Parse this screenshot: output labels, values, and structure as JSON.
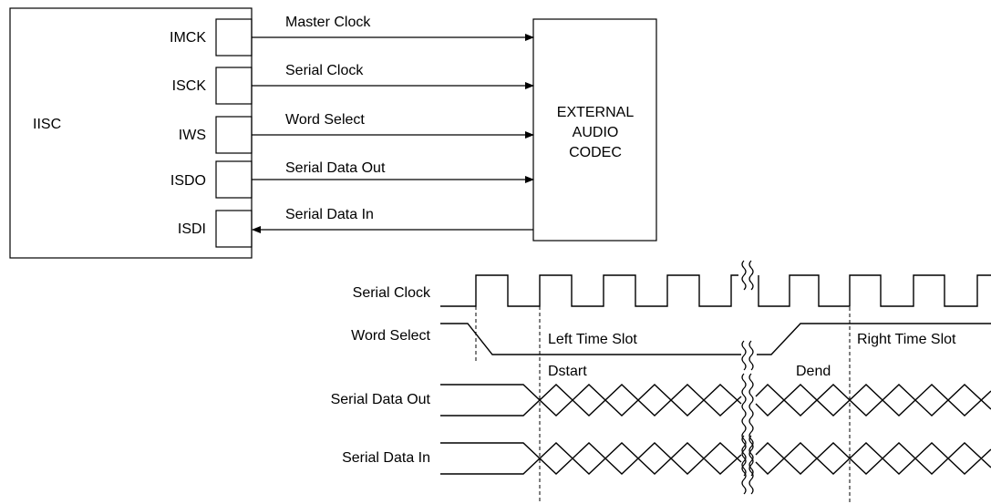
{
  "block": {
    "controller_label": "IISC",
    "codec_lines": [
      "EXTERNAL",
      "AUDIO",
      "CODEC"
    ],
    "pins": [
      {
        "pin": "IMCK",
        "signal": "Master Clock",
        "direction": "out"
      },
      {
        "pin": "ISCK",
        "signal": "Serial Clock",
        "direction": "out"
      },
      {
        "pin": "IWS",
        "signal": "Word Select",
        "direction": "out"
      },
      {
        "pin": "ISDO",
        "signal": "Serial Data Out",
        "direction": "out"
      },
      {
        "pin": "ISDI",
        "signal": "Serial Data In",
        "direction": "in"
      }
    ]
  },
  "timing": {
    "rows": [
      {
        "label": "Serial Clock",
        "kind": "clock"
      },
      {
        "label": "Word Select",
        "kind": "select"
      },
      {
        "label": "Serial Data Out",
        "kind": "data"
      },
      {
        "label": "Serial Data In",
        "kind": "data"
      }
    ],
    "left_slot_label": "Left Time Slot",
    "right_slot_label": "Right Time Slot",
    "dstart_label": "Dstart",
    "dend_label": "Dend"
  }
}
